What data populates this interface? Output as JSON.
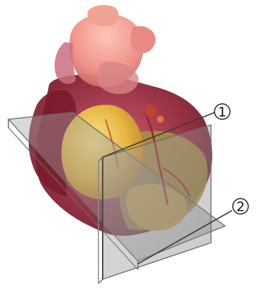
{
  "figure": {
    "subject": "heart-with-two-section-planes",
    "callouts": [
      {
        "id": "plane-1",
        "label": "1"
      },
      {
        "id": "plane-2",
        "label": "2"
      }
    ],
    "colors": {
      "background": "#ffffff",
      "plane_fill": "#8e8e8e",
      "plane_edge": "#6a6a6a",
      "leader_line": "#3a3a3a",
      "muscle_red": "#9a2a3a",
      "fat_yellow": "#e9c24a",
      "vessel_pink": "#e88e86"
    }
  }
}
